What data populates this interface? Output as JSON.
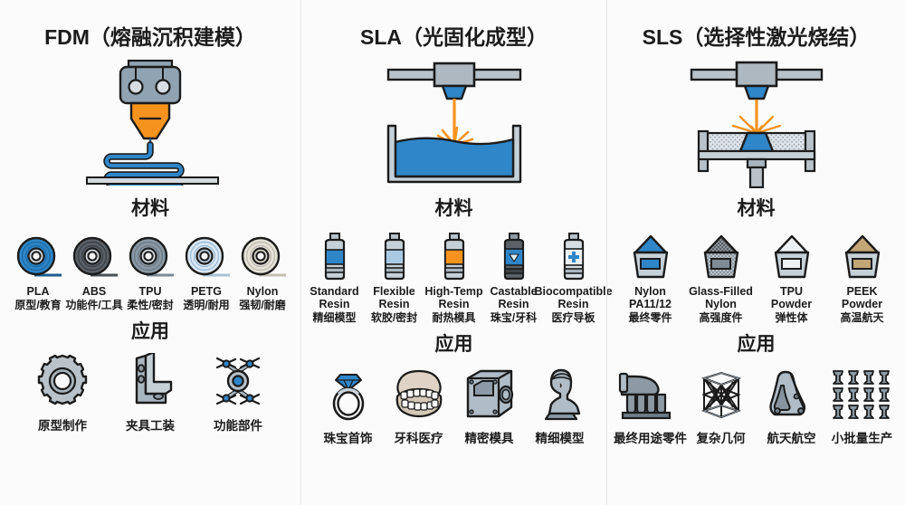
{
  "theme": {
    "background": "#fbfbfb",
    "divider": "#e2e4e6",
    "ink": "#1b1b1b",
    "accent_blue": "#2f86c8",
    "accent_orange": "#f6931e",
    "metal_gray": "#9aa7b2",
    "light_gray": "#c9ced3"
  },
  "columns": [
    {
      "id": "fdm",
      "title": "FDM（熔融沉积建模）",
      "machine_icon": "fdm-extruder-icon",
      "materials_heading": "材料",
      "applications_heading": "应用",
      "materials": [
        {
          "name": "PLA",
          "sub": "原型/教育",
          "icon": "filament-spool-icon",
          "color": "#2f86c8"
        },
        {
          "name": "ABS",
          "sub": "功能件/工具",
          "icon": "filament-spool-icon",
          "color": "#5b6167"
        },
        {
          "name": "TPU",
          "sub": "柔性/密封",
          "icon": "filament-spool-icon",
          "color": "#8b9aa6"
        },
        {
          "name": "PETG",
          "sub": "透明/耐用",
          "icon": "filament-spool-icon",
          "color": "#c7dced"
        },
        {
          "name": "Nylon",
          "sub": "强韧/耐磨",
          "icon": "filament-spool-icon",
          "color": "#d9d6ce"
        }
      ],
      "applications": [
        {
          "label": "原型制作",
          "icon": "gear-icon"
        },
        {
          "label": "夹具工装",
          "icon": "l-bracket-icon"
        },
        {
          "label": "功能部件",
          "icon": "drone-icon"
        }
      ]
    },
    {
      "id": "sla",
      "title": "SLA（光固化成型）",
      "machine_icon": "sla-vat-laser-icon",
      "materials_heading": "材料",
      "applications_heading": "应用",
      "materials": [
        {
          "name": "Standard\nResin",
          "sub": "精细模型",
          "icon": "resin-bottle-icon",
          "color": "#2f86c8"
        },
        {
          "name": "Flexible\nResin",
          "sub": "软胶/密封",
          "icon": "resin-bottle-icon",
          "color": "#a9c9e3"
        },
        {
          "name": "High-Temp\nResin",
          "sub": "耐热模具",
          "icon": "resin-bottle-icon",
          "color": "#f6931e"
        },
        {
          "name": "Castable\nResin",
          "sub": "珠宝/牙科",
          "icon": "resin-bottle-diamond-icon",
          "color": "#5b6167"
        },
        {
          "name": "Biocompatible\nResin",
          "sub": "医疗导板",
          "icon": "resin-bottle-cross-icon",
          "color": "#eef1f4"
        }
      ],
      "applications": [
        {
          "label": "珠宝首饰",
          "icon": "diamond-ring-icon"
        },
        {
          "label": "牙科医疗",
          "icon": "dental-model-icon"
        },
        {
          "label": "精密模具",
          "icon": "precision-mold-icon"
        },
        {
          "label": "精细模型",
          "icon": "bust-statue-icon"
        }
      ]
    },
    {
      "id": "sls",
      "title": "SLS（选择性激光烧结）",
      "machine_icon": "sls-powder-bed-icon",
      "materials_heading": "材料",
      "applications_heading": "应用",
      "materials": [
        {
          "name": "Nylon\nPA11/12",
          "sub": "最终零件",
          "icon": "powder-bin-icon",
          "color": "#2f86c8"
        },
        {
          "name": "Glass-Filled\nNylon",
          "sub": "高强度件",
          "icon": "powder-bin-speckled-icon",
          "color": "#5b6167"
        },
        {
          "name": "TPU\nPowder",
          "sub": "弹性体",
          "icon": "powder-bin-icon",
          "color": "#e6eaee"
        },
        {
          "name": "PEEK\nPowder",
          "sub": "高温航天",
          "icon": "powder-bin-icon",
          "color": "#c4a677"
        }
      ],
      "applications": [
        {
          "label": "最终用途零件",
          "icon": "intake-manifold-icon"
        },
        {
          "label": "复杂几何",
          "icon": "lattice-cube-icon"
        },
        {
          "label": "航天航空",
          "icon": "aerospace-bracket-icon"
        },
        {
          "label": "小批量生产",
          "icon": "batch-parts-icon"
        }
      ]
    }
  ]
}
